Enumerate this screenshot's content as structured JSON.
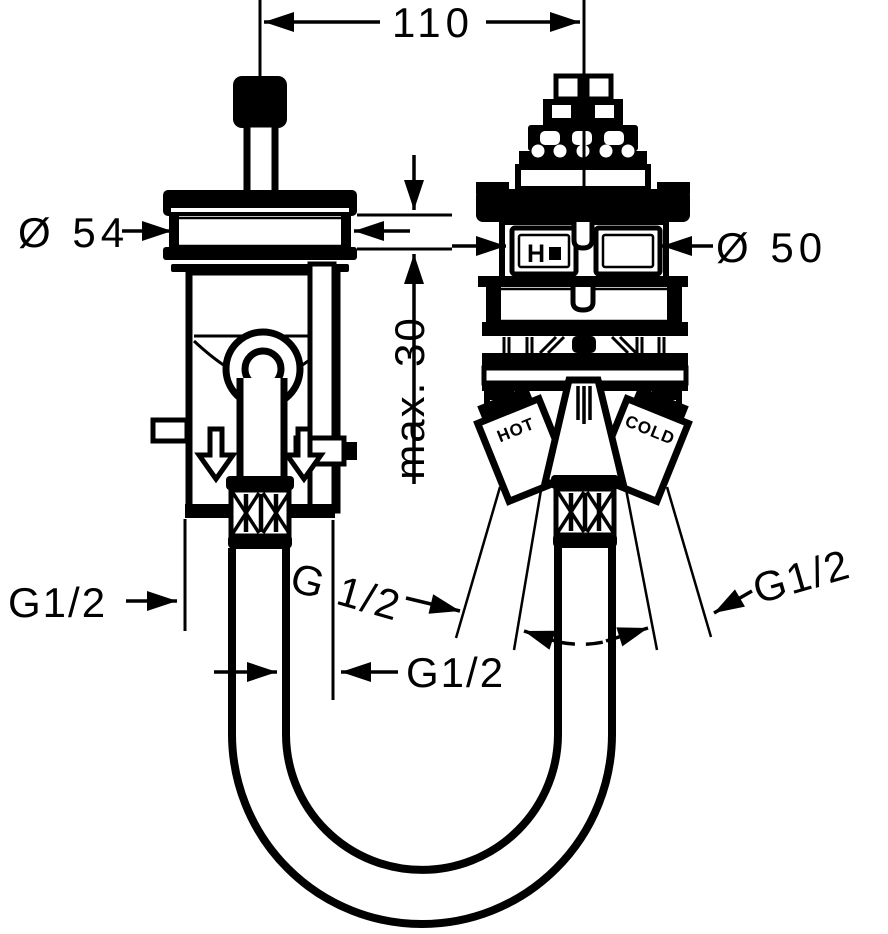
{
  "diagram": {
    "dimensions": {
      "spacing": "110",
      "left_diameter": "Ø 54",
      "right_diameter": "Ø 50",
      "max_thickness": "max. 30",
      "thread_left": "G1/2",
      "thread_mid_left": "G 1/2",
      "thread_bottom": "G1/2",
      "thread_right": "G1/2"
    },
    "labels": {
      "hot": "HOT",
      "cold": "COLD",
      "cartridge_mark": "H"
    },
    "colors": {
      "ink": "#000000",
      "paper": "#ffffff"
    }
  }
}
